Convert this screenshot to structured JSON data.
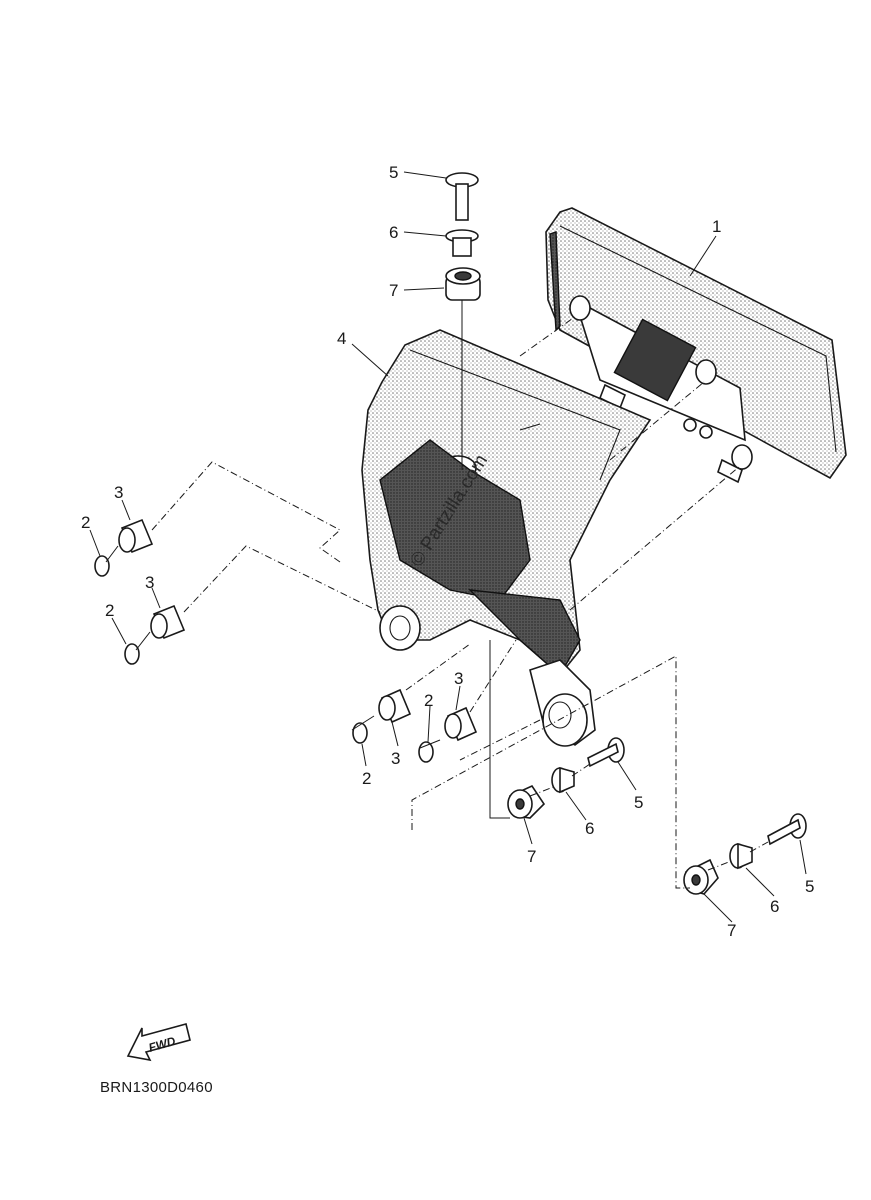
{
  "diagram": {
    "drawing_code": "BRN1300D0460",
    "watermark": "© Partzilla.com",
    "fwd_label": "FWD",
    "callouts": {
      "meter_assembly": "1",
      "circlip_left_upper": "2",
      "circlip_left_lower": "2",
      "circlip_lower_a": "2",
      "circlip_lower_b": "2",
      "collar_left_upper": "3",
      "collar_left_lower": "3",
      "collar_lower_a": "3",
      "collar_lower_b": "3",
      "meter_bracket": "4",
      "bolt_top": "5",
      "bolt_mid": "5",
      "bolt_right": "5",
      "collar_top": "6",
      "collar_mid": "6",
      "collar_right": "6",
      "damper_top": "7",
      "damper_mid": "7",
      "damper_right": "7"
    }
  }
}
